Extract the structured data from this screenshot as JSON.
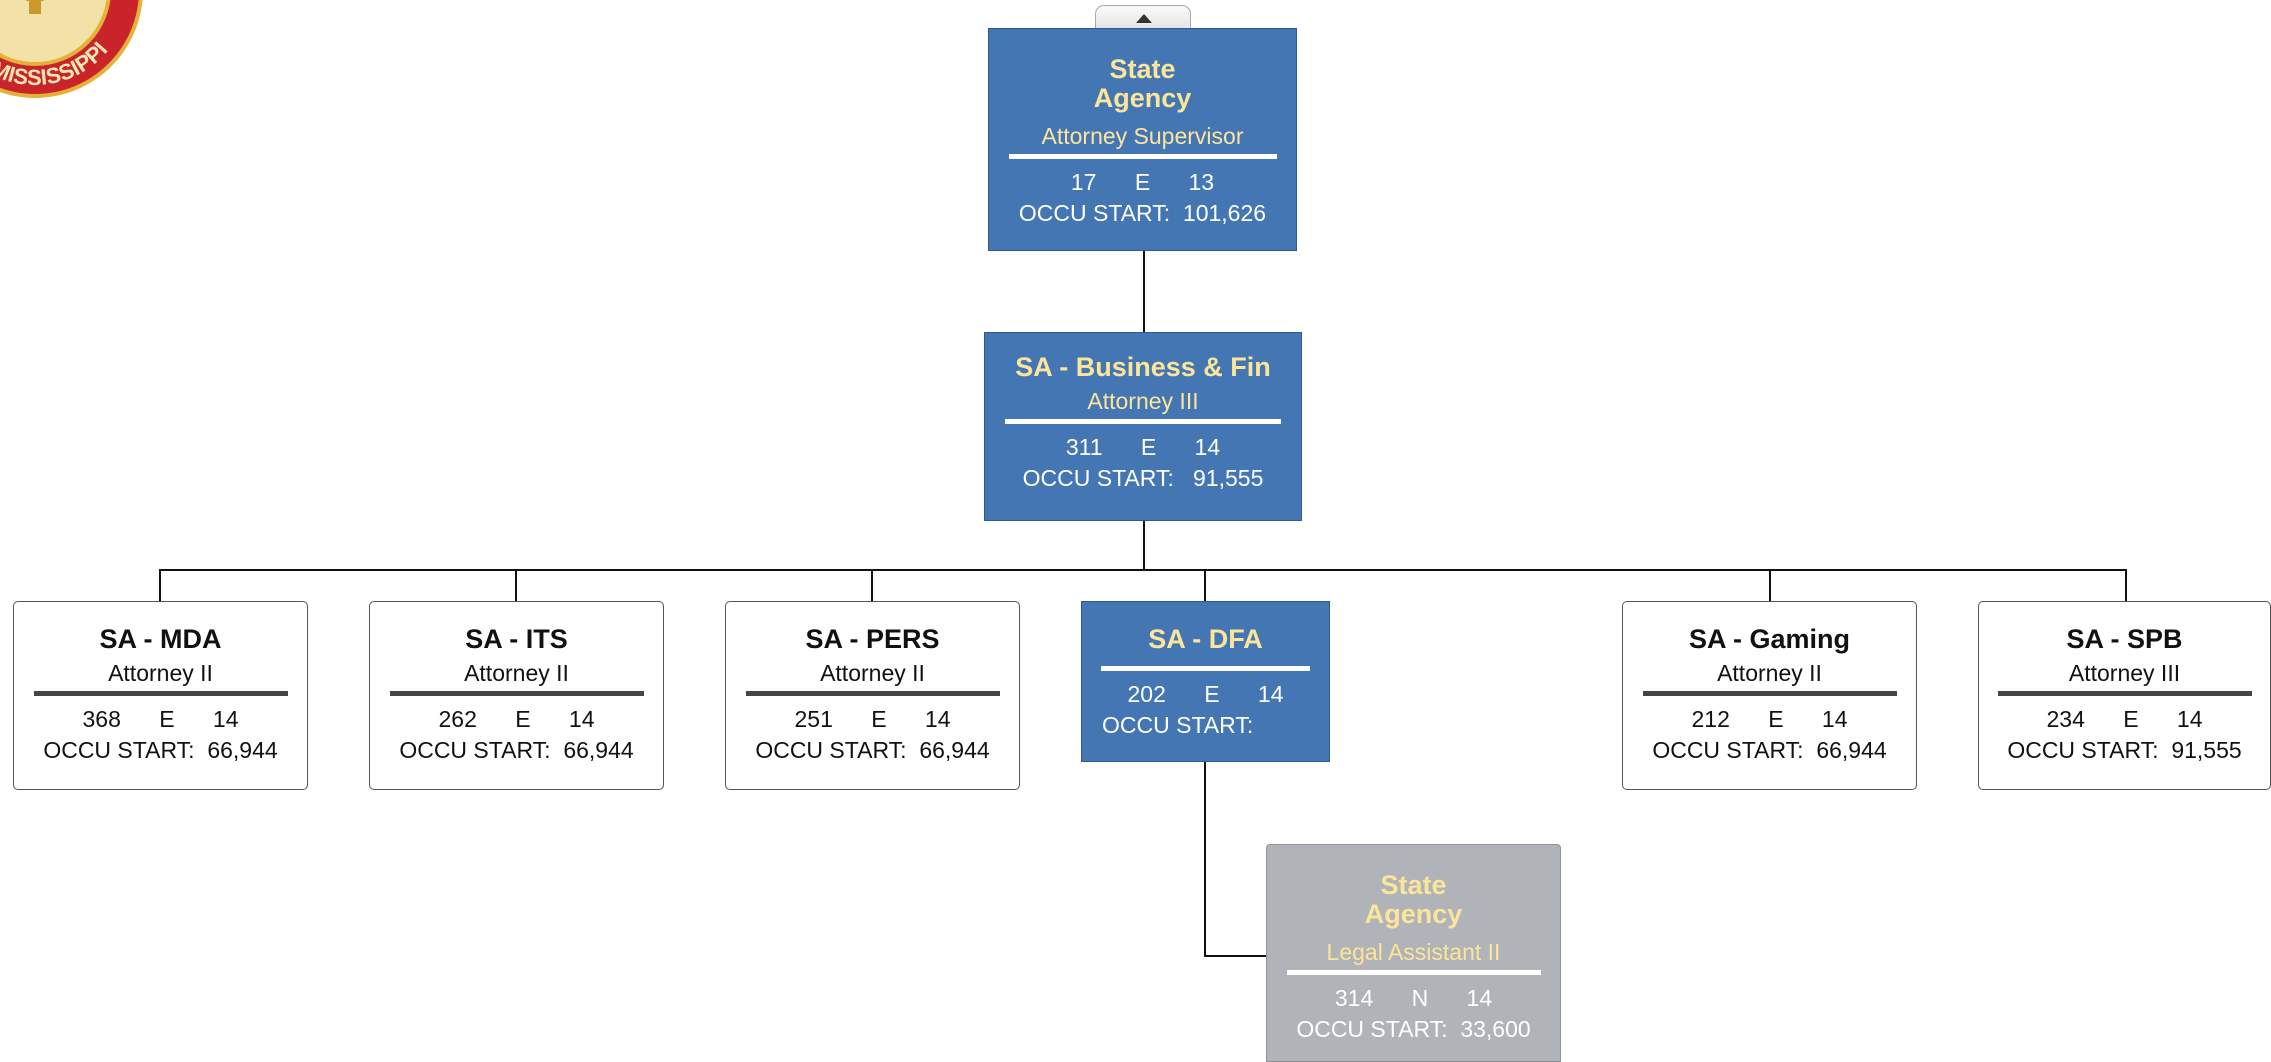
{
  "logo": {
    "seal_text": "OF MISSISSIPPI",
    "ring_color": "#c8242a",
    "center_color": "#e9b93a"
  },
  "collapse_control": {
    "icon": "caret-up-icon"
  },
  "colors": {
    "node_blue": "#4576b4",
    "node_gray": "#b0b3b8",
    "accent_text": "#fbe59b"
  },
  "nodes": {
    "root": {
      "name": "State\nAgency",
      "title": "Attorney Supervisor",
      "num": "17",
      "class": "E",
      "grade": "13",
      "occu_label": "OCCU START:",
      "occu_value": "101,626"
    },
    "business_fin": {
      "name": "SA - Business & Fin",
      "title": "Attorney III",
      "num": "311",
      "class": "E",
      "grade": "14",
      "occu_label": "OCCU START:",
      "occu_value": "91,555"
    },
    "mda": {
      "name": "SA - MDA",
      "title": "Attorney II",
      "num": "368",
      "class": "E",
      "grade": "14",
      "occu_label": "OCCU START:",
      "occu_value": "66,944"
    },
    "its": {
      "name": "SA - ITS",
      "title": "Attorney II",
      "num": "262",
      "class": "E",
      "grade": "14",
      "occu_label": "OCCU START:",
      "occu_value": "66,944"
    },
    "pers": {
      "name": "SA - PERS",
      "title": "Attorney II",
      "num": "251",
      "class": "E",
      "grade": "14",
      "occu_label": "OCCU START:",
      "occu_value": "66,944"
    },
    "dfa": {
      "name": "SA - DFA",
      "title": "",
      "num": "202",
      "class": "E",
      "grade": "14",
      "occu_label": "OCCU START:",
      "occu_value": ""
    },
    "gaming": {
      "name": "SA - Gaming",
      "title": "Attorney II",
      "num": "212",
      "class": "E",
      "grade": "14",
      "occu_label": "OCCU START:",
      "occu_value": "66,944"
    },
    "spb": {
      "name": "SA - SPB",
      "title": "Attorney III",
      "num": "234",
      "class": "E",
      "grade": "14",
      "occu_label": "OCCU START:",
      "occu_value": "91,555"
    },
    "legal_assistant": {
      "name": "State\nAgency",
      "title": "Legal Assistant II",
      "num": "314",
      "class": "N",
      "grade": "14",
      "occu_label": "OCCU START:",
      "occu_value": "33,600"
    }
  }
}
